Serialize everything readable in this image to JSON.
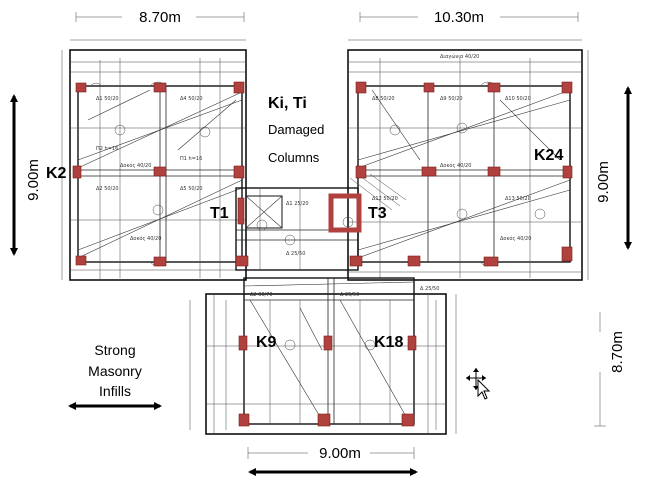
{
  "dimensions": {
    "top_left_width": "8.70m",
    "top_right_width": "10.30m",
    "left_height": "9.00m",
    "right_height": "9.00m",
    "bottom_right_height": "8.70m",
    "bottom_width": "9.00m"
  },
  "labels": {
    "legend_line1": "Ki, Ti",
    "legend_line2": "Damaged",
    "legend_line3": "Columns",
    "masonry_line1": "Strong",
    "masonry_line2": "Masonry",
    "masonry_line3": "Infills"
  },
  "columns": {
    "k2": "K2",
    "k24": "K24",
    "t1": "T1",
    "t3": "T3",
    "k9": "K9",
    "k18": "K18"
  },
  "colors": {
    "column_fill": "#b0413e",
    "line": "#111111"
  }
}
